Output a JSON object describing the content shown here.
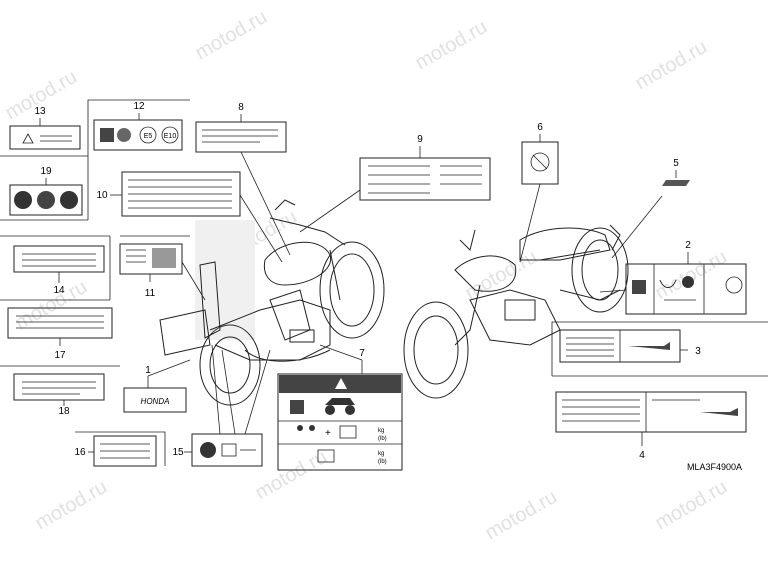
{
  "diagram_code": "MLA3F4900A",
  "watermark_text": "motod.ru",
  "callouts": [
    "1",
    "2",
    "3",
    "4",
    "5",
    "6",
    "7",
    "8",
    "9",
    "10",
    "11",
    "12",
    "13",
    "14",
    "15",
    "16",
    "17",
    "18",
    "19"
  ],
  "label_text": {
    "honda": "HONDA",
    "e5": "E5",
    "e10": "E10",
    "kg": "kg",
    "lb": "(lb)"
  }
}
